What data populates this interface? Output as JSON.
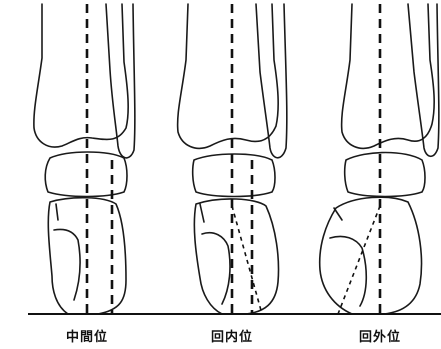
{
  "panels": [
    {
      "key": "neutral",
      "label": "中間位"
    },
    {
      "key": "inversion",
      "label": "回内位"
    },
    {
      "key": "eversion",
      "label": "回外位"
    }
  ]
}
